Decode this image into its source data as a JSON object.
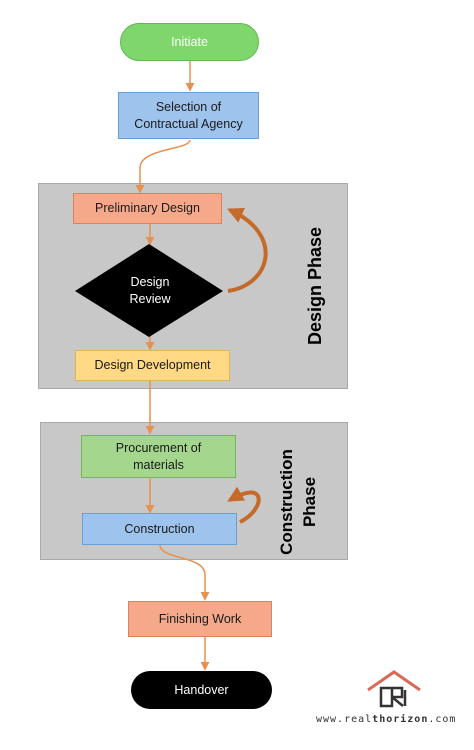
{
  "colors": {
    "arrow": "#e8904f",
    "loop_arrow": "#c46a2a",
    "phase_bg": "#c8c8c8",
    "initiate_fill": "#7ed66c",
    "blue_fill": "#9ec3ec",
    "orange_fill": "#f5a98a",
    "yellow_fill": "#ffd983",
    "green_fill": "#a4d68e",
    "black_fill": "#000000"
  },
  "nodes": {
    "initiate": "Initiate",
    "selection": [
      "Selection of",
      "Contractual Agency"
    ],
    "preliminary": "Preliminary Design",
    "review": [
      "Design",
      "Review"
    ],
    "development": "Design Development",
    "procurement": [
      "Procurement of",
      "materials"
    ],
    "construction": "Construction",
    "finishing": "Finishing Work",
    "handover": "Handover"
  },
  "phases": {
    "design": "Design Phase",
    "construction": [
      "Construction",
      "Phase"
    ]
  },
  "logo": {
    "icon": "house-logo-icon",
    "url_prefix": "www.real",
    "url_brand": "thorizon",
    "url_suffix": ".com"
  }
}
